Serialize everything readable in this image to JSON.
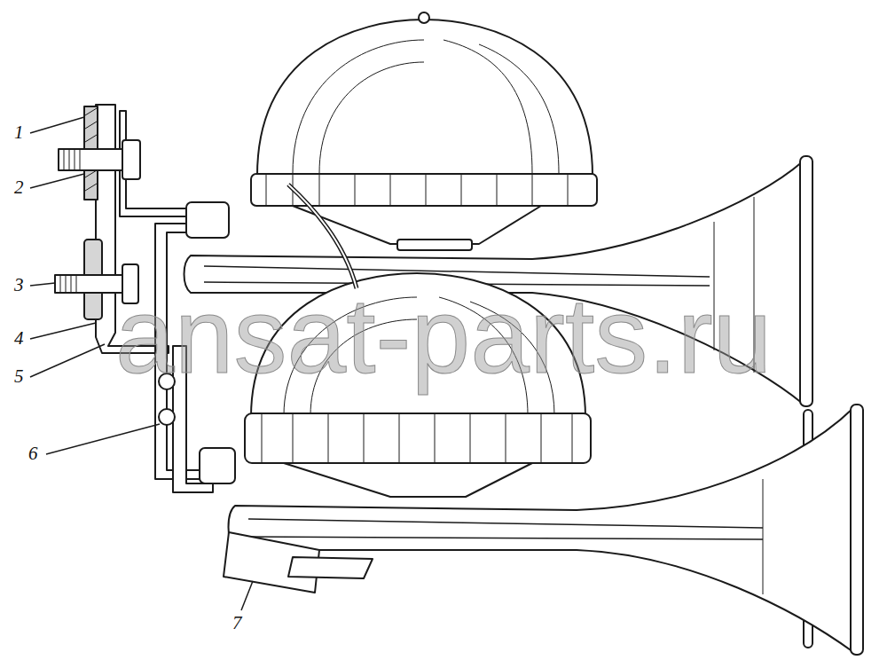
{
  "diagram": {
    "labels": [
      "1",
      "2",
      "3",
      "4",
      "5",
      "6",
      "7",
      "ansat-parts.ru"
    ]
  }
}
